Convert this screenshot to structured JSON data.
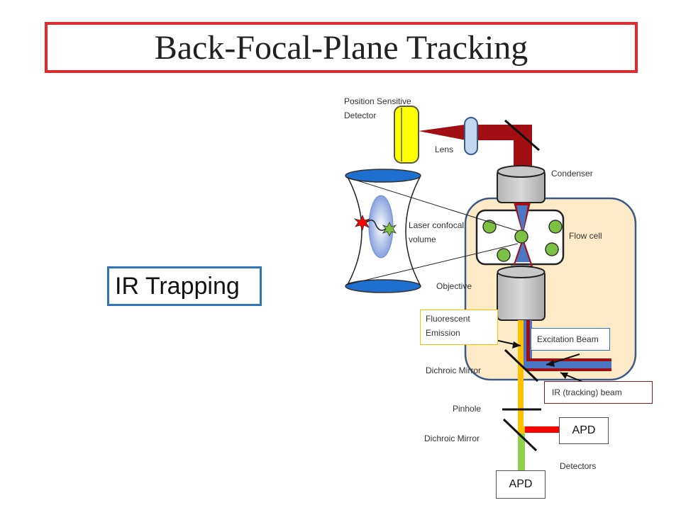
{
  "title": "Back-Focal-Plane Tracking",
  "ir_trapping_label": "IR Trapping",
  "labels": {
    "position_sensitive_detector": "Position Sensitive Detector",
    "lens": "Lens",
    "condenser": "Condenser",
    "laser_confocal_volume": "Laser confocal volume",
    "flow_cell": "Flow cell",
    "objective": "Objective",
    "fluorescent_emission": "Fluorescent Emission",
    "excitation_beam": "Excitation Beam",
    "dichroic_mirror_upper": "Dichroic Mirror",
    "ir_tracking_beam": "IR (tracking) beam",
    "pinhole": "Pinhole",
    "dichroic_mirror_lower": "Dichroic Mirror",
    "apd_right": "APD",
    "detectors": "Detectors",
    "apd_bottom": "APD"
  },
  "colors": {
    "title_border": "#e8262c",
    "ir_box_border": "#2e75b6",
    "ir_beam": "#a10f12",
    "excitation_beam": "#4a78c4",
    "emission_beam": "#ffc000",
    "green_beam": "#92d050",
    "detector_yellow": "#ffff00",
    "flow_region": "#fdebc8",
    "particle_green": "#7dc142"
  }
}
